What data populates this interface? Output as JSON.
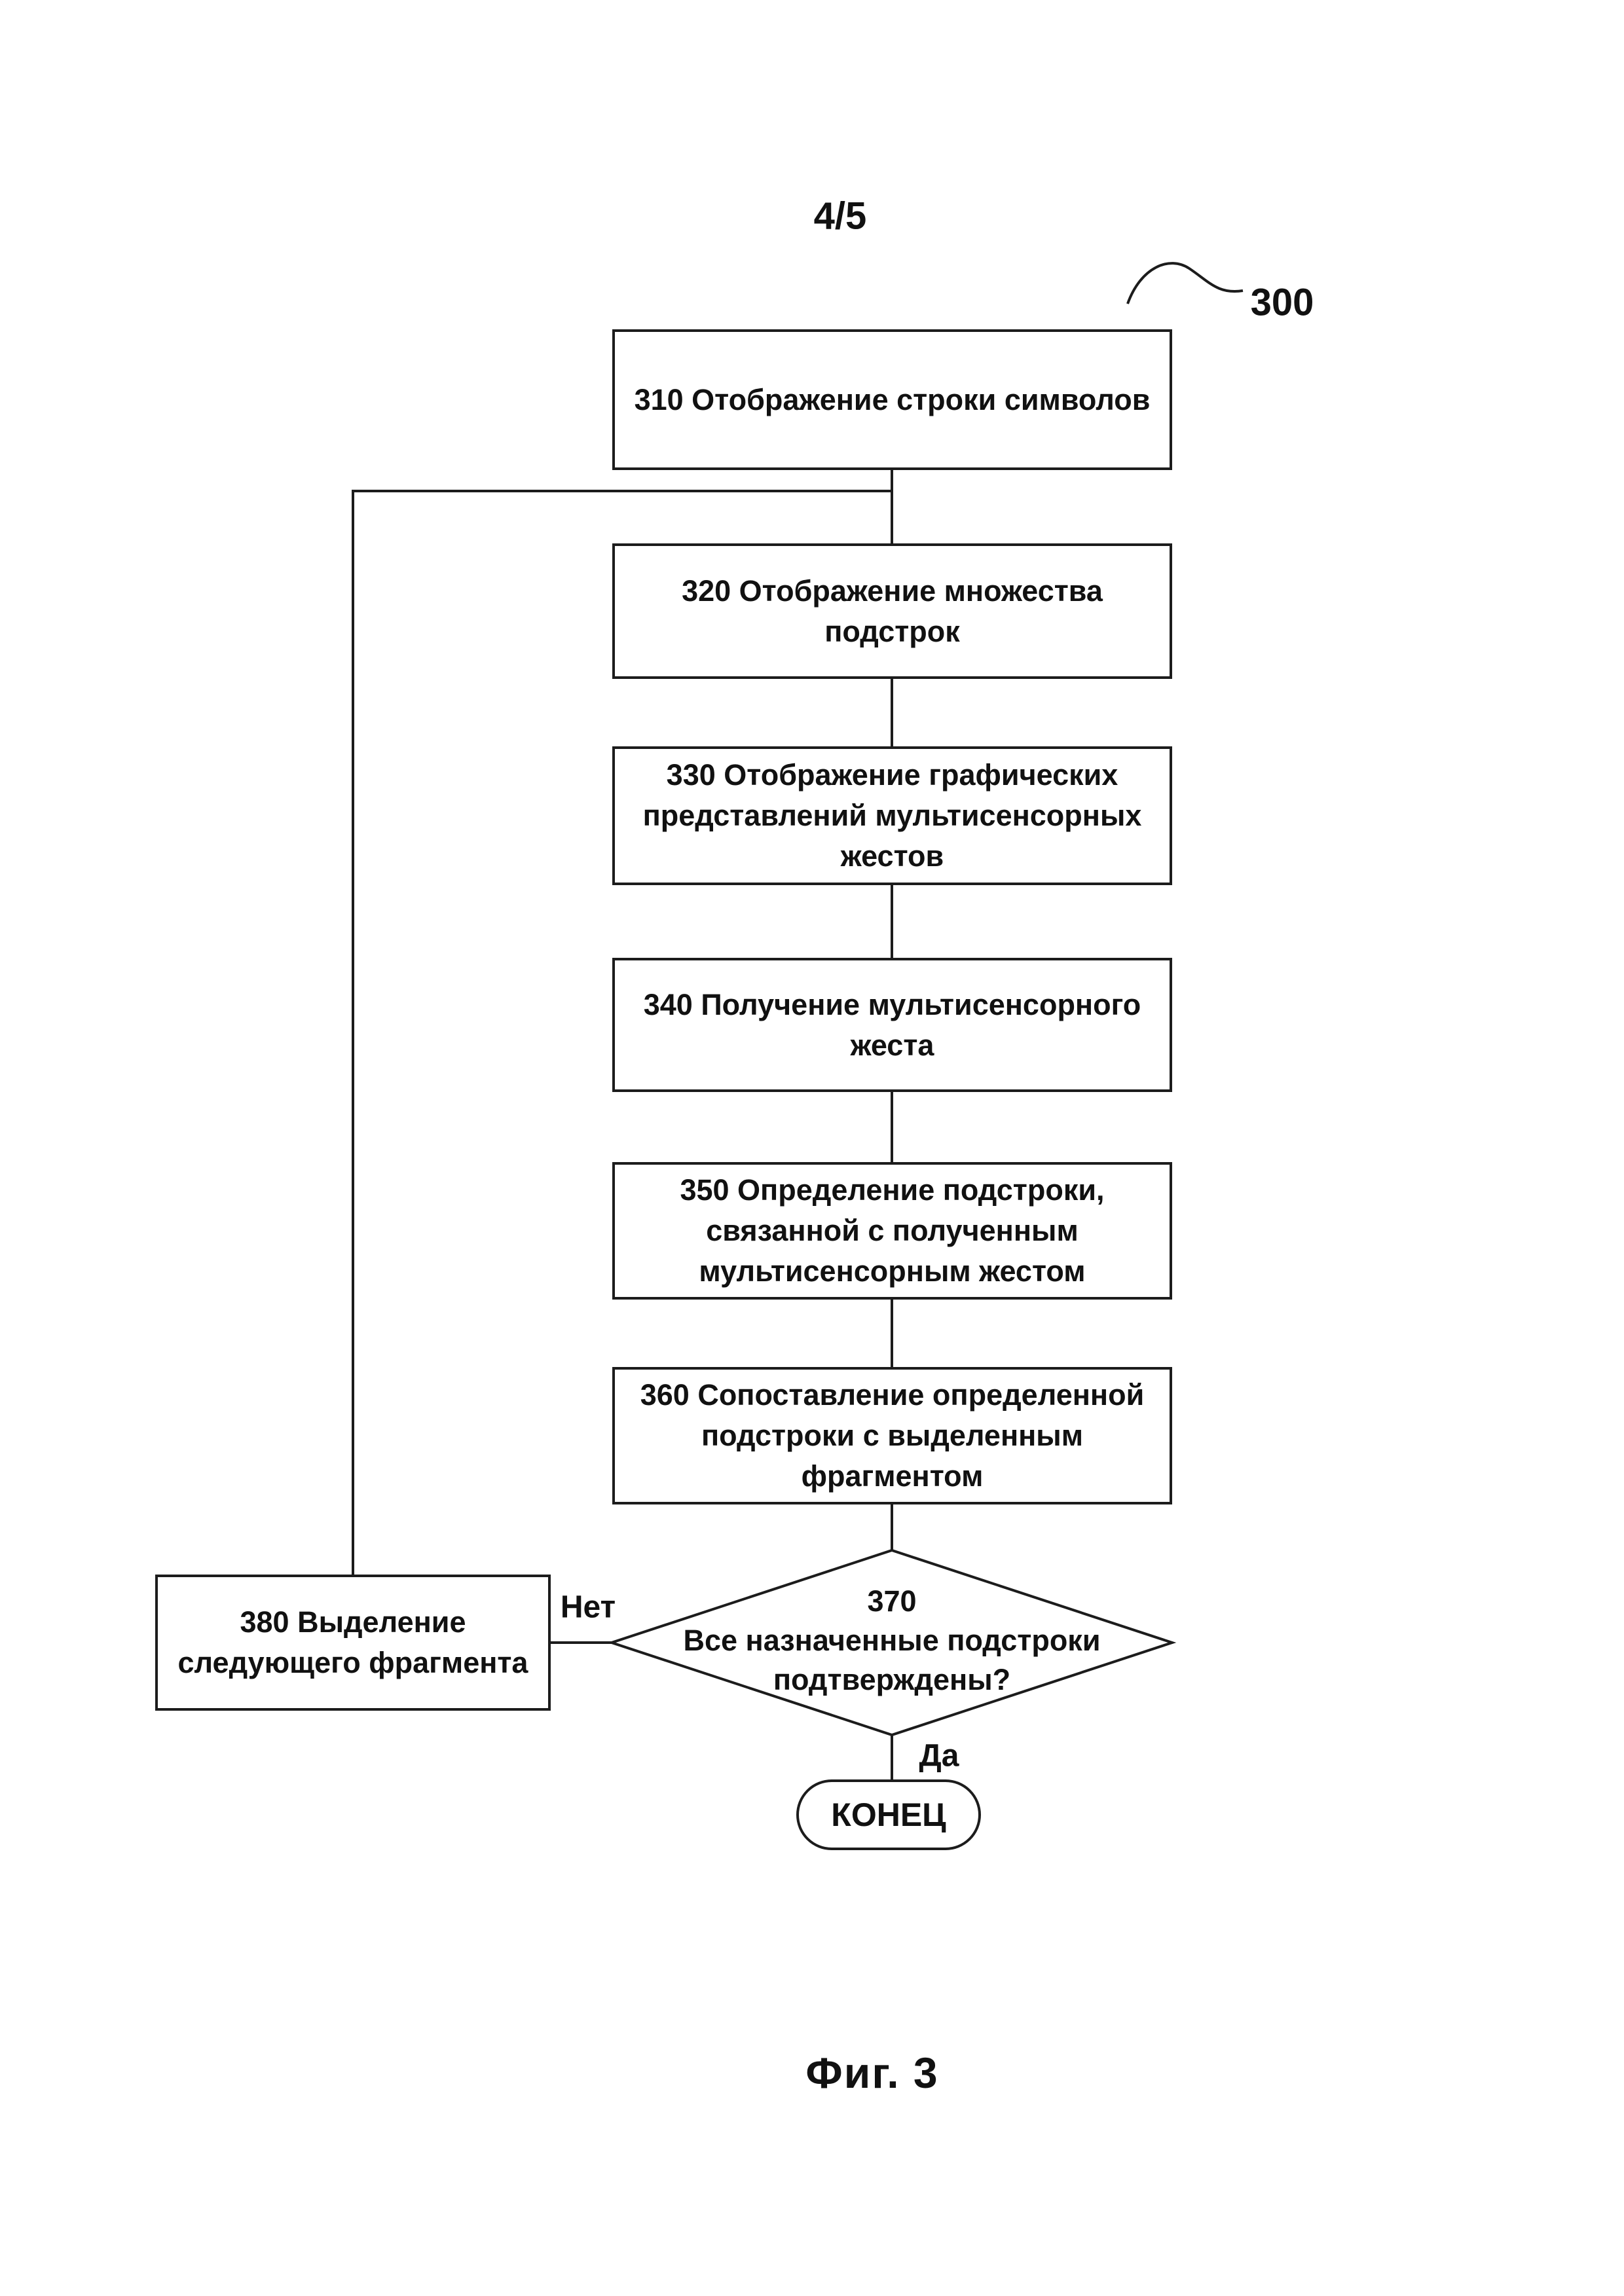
{
  "page": {
    "sheet_number": "4/5",
    "figure_caption": "Фиг. 3"
  },
  "flowchart": {
    "reference_number": "300",
    "steps": [
      {
        "id": "310",
        "lines": [
          "310 Отображение строки символов"
        ]
      },
      {
        "id": "320",
        "lines": [
          "320 Отображение множества",
          "подстрок"
        ]
      },
      {
        "id": "330",
        "lines": [
          "330 Отображение графических",
          "представлений мультисенсорных",
          "жестов"
        ]
      },
      {
        "id": "340",
        "lines": [
          "340 Получение мультисенсорного",
          "жеста"
        ]
      },
      {
        "id": "350",
        "lines": [
          "350 Определение подстроки,",
          "связанной с полученным",
          "мультисенсорным жестом"
        ]
      },
      {
        "id": "360",
        "lines": [
          "360 Сопоставление определенной",
          "подстроки с выделенным",
          "фрагментом"
        ]
      }
    ],
    "decision": {
      "id": "370",
      "lines": [
        "370",
        "Все назначенные подстроки",
        "подтверждены?"
      ]
    },
    "loop_step": {
      "id": "380",
      "lines": [
        "380 Выделение",
        "следующего фрагмента"
      ]
    },
    "labels": {
      "no": "Нет",
      "yes": "Да"
    },
    "terminator": {
      "label": "КОНЕЦ"
    },
    "line_color": "#1c1c1c"
  }
}
